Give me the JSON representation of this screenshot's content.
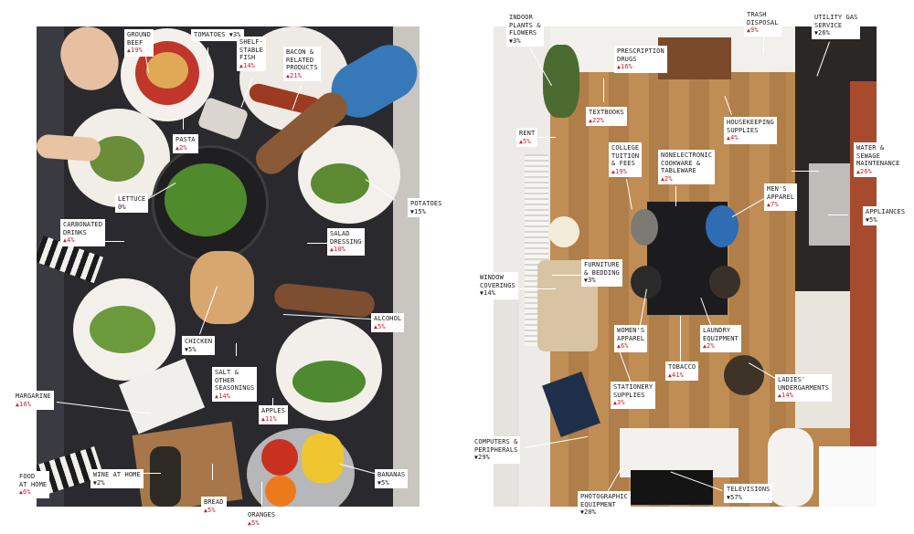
{
  "colors": {
    "increase": "#c8202a",
    "decrease": "#1a1a1a",
    "label_bg": "#ffffff"
  },
  "arrows": {
    "up": "▲",
    "down": "▼"
  },
  "left_photo": {
    "description_icon": "dinner-table-photo",
    "labels": [
      {
        "id": "ground-beef",
        "name": "GROUND\nBEEF",
        "dir": "up",
        "pct": "19%"
      },
      {
        "id": "tomatoes",
        "name": "TOMATOES",
        "dir": "down",
        "pct": "3%"
      },
      {
        "id": "shelf-stable-fish",
        "name": "SHELF-\nSTABLE\nFISH",
        "dir": "up",
        "pct": "14%"
      },
      {
        "id": "bacon",
        "name": "BACON &\nRELATED\nPRODUCTS",
        "dir": "up",
        "pct": "21%"
      },
      {
        "id": "pasta",
        "name": "PASTA",
        "dir": "up",
        "pct": "2%"
      },
      {
        "id": "potatoes",
        "name": "POTATOES",
        "dir": "down",
        "pct": "15%"
      },
      {
        "id": "lettuce",
        "name": "LETTUCE",
        "dir": "none",
        "pct": "0%"
      },
      {
        "id": "carbonated-drinks",
        "name": "CARBONATED\nDRINKS",
        "dir": "up",
        "pct": "4%"
      },
      {
        "id": "salad-dressing",
        "name": "SALAD\nDRESSING",
        "dir": "up",
        "pct": "10%"
      },
      {
        "id": "alcohol",
        "name": "ALCOHOL",
        "dir": "up",
        "pct": "5%"
      },
      {
        "id": "chicken",
        "name": "CHICKEN",
        "dir": "down",
        "pct": "5%"
      },
      {
        "id": "salt",
        "name": "SALT &\nOTHER\nSEASONINGS",
        "dir": "up",
        "pct": "14%"
      },
      {
        "id": "margarine",
        "name": "MARGARINE",
        "dir": "up",
        "pct": "16%"
      },
      {
        "id": "apples",
        "name": "APPLES",
        "dir": "up",
        "pct": "11%"
      },
      {
        "id": "food-at-home",
        "name": "FOOD\nAT HOME",
        "dir": "up",
        "pct": "6%"
      },
      {
        "id": "wine-at-home",
        "name": "WINE AT HOME",
        "dir": "down",
        "pct": "2%"
      },
      {
        "id": "bananas",
        "name": "BANANAS",
        "dir": "down",
        "pct": "5%"
      },
      {
        "id": "bread",
        "name": "BREAD",
        "dir": "up",
        "pct": "5%"
      },
      {
        "id": "oranges",
        "name": "ORANGES",
        "dir": "up",
        "pct": "5%"
      }
    ]
  },
  "right_photo": {
    "description_icon": "apartment-overhead-photo",
    "labels": [
      {
        "id": "indoor-plants",
        "name": "INDOOR\nPLANTS &\nFLOWERS",
        "dir": "down",
        "pct": "3%"
      },
      {
        "id": "trash-disposal",
        "name": "TRASH\nDISPOSAL",
        "dir": "up",
        "pct": "9%"
      },
      {
        "id": "utility-gas",
        "name": "UTILITY GAS\nSERVICE",
        "dir": "down",
        "pct": "26%"
      },
      {
        "id": "prescription-drugs",
        "name": "PRESCRIPTION\nDRUGS",
        "dir": "up",
        "pct": "16%"
      },
      {
        "id": "textbooks",
        "name": "TEXTBOOKS",
        "dir": "up",
        "pct": "22%"
      },
      {
        "id": "housekeeping",
        "name": "HOUSEKEEPING\nSUPPLIES",
        "dir": "up",
        "pct": "4%"
      },
      {
        "id": "rent",
        "name": "RENT",
        "dir": "up",
        "pct": "5%"
      },
      {
        "id": "college-tuition",
        "name": "COLLEGE\nTUITION\n& FEES",
        "dir": "up",
        "pct": "19%"
      },
      {
        "id": "nonelectronic-cookware",
        "name": "NONELECTRONIC\nCOOKWARE &\nTABLEWARE",
        "dir": "up",
        "pct": "2%"
      },
      {
        "id": "water-sewage",
        "name": "WATER &\nSEWAGE\nMAINTENANCE",
        "dir": "up",
        "pct": "26%"
      },
      {
        "id": "mens-apparel",
        "name": "MEN'S\nAPPAREL",
        "dir": "up",
        "pct": "7%"
      },
      {
        "id": "appliances",
        "name": "APPLIANCES",
        "dir": "down",
        "pct": "5%"
      },
      {
        "id": "window-coverings",
        "name": "WINDOW\nCOVERINGS",
        "dir": "down",
        "pct": "14%"
      },
      {
        "id": "furniture-bedding",
        "name": "FURNITURE\n& BEDDING",
        "dir": "down",
        "pct": "3%"
      },
      {
        "id": "womens-apparel",
        "name": "WOMEN'S\nAPPAREL",
        "dir": "up",
        "pct": "6%"
      },
      {
        "id": "laundry-equipment",
        "name": "LAUNDRY\nEQUIPMENT",
        "dir": "up",
        "pct": "2%"
      },
      {
        "id": "tobacco",
        "name": "TOBACCO",
        "dir": "up",
        "pct": "41%"
      },
      {
        "id": "ladies-undergarments",
        "name": "LADIES'\nUNDERGARMENTS",
        "dir": "up",
        "pct": "14%"
      },
      {
        "id": "stationery-supplies",
        "name": "STATIONERY\nSUPPLIES",
        "dir": "up",
        "pct": "3%"
      },
      {
        "id": "computers",
        "name": "COMPUTERS &\nPERIPHERALS",
        "dir": "down",
        "pct": "29%"
      },
      {
        "id": "photographic-equipment",
        "name": "PHOTOGRAPHIC\nEQUIPMENT",
        "dir": "down",
        "pct": "20%"
      },
      {
        "id": "televisions",
        "name": "TELEVISIONS",
        "dir": "down",
        "pct": "57%"
      }
    ]
  }
}
